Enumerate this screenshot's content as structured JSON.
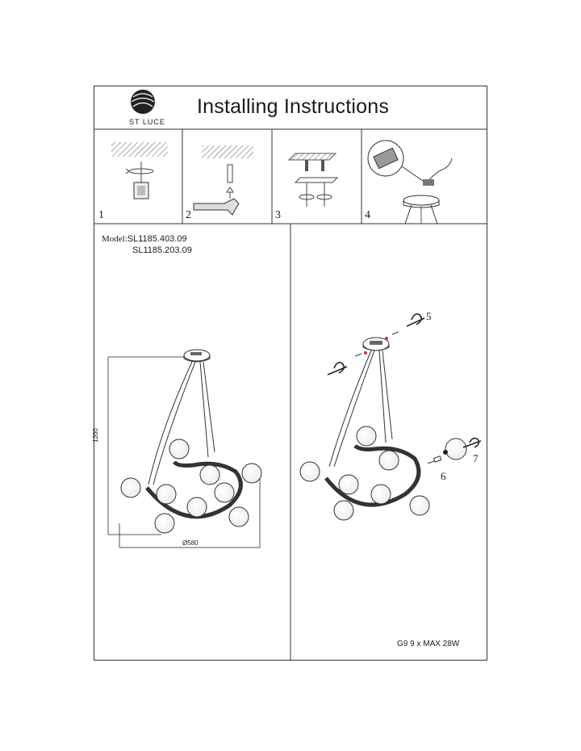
{
  "brand": {
    "name": "ST LUCE"
  },
  "title": "Installing Instructions",
  "steps": [
    {
      "num": "1"
    },
    {
      "num": "2"
    },
    {
      "num": "3"
    },
    {
      "num": "4"
    }
  ],
  "model": {
    "label": "Model:",
    "codes": [
      "SL1185.403.09",
      "SL1185.203.09"
    ]
  },
  "dimensions": {
    "height": "1200",
    "diameter": "Ø580"
  },
  "callouts": [
    "5",
    "6",
    "7"
  ],
  "spec": "G9  9 x MAX 28W"
}
